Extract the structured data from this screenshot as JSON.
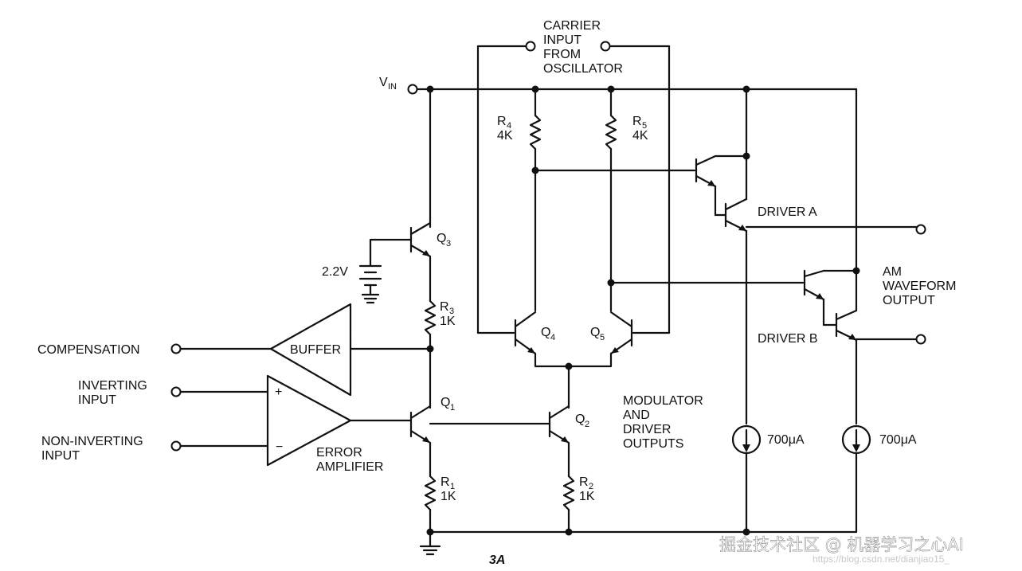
{
  "labels": {
    "carrier": [
      "CARRIER",
      "INPUT",
      "FROM",
      "OSCILLATOR"
    ],
    "vin_main": "V",
    "vin_sub": "IN",
    "r4_name": "R",
    "r4_sub": "4",
    "r4_value": "4K",
    "r5_name": "R",
    "r5_sub": "5",
    "r5_value": "4K",
    "q3_name": "Q",
    "q3_sub": "3",
    "battery": "2.2V",
    "r3_name": "R",
    "r3_sub": "3",
    "r3_value": "1K",
    "buffer": "BUFFER",
    "compensation": "COMPENSATION",
    "inverting": [
      "INVERTING",
      "INPUT"
    ],
    "noninverting": [
      "NON-INVERTING",
      "INPUT"
    ],
    "plus": "+",
    "minus": "−",
    "error_amp": [
      "ERROR",
      "AMPLIFIER"
    ],
    "q1_name": "Q",
    "q1_sub": "1",
    "q2_name": "Q",
    "q2_sub": "2",
    "q4_name": "Q",
    "q4_sub": "4",
    "q5_name": "Q",
    "q5_sub": "5",
    "r1_name": "R",
    "r1_sub": "1",
    "r1_value": "1K",
    "r2_name": "R",
    "r2_sub": "2",
    "r2_value": "1K",
    "modulator": [
      "MODULATOR",
      "AND",
      "DRIVER",
      "OUTPUTS"
    ],
    "driver_a": "DRIVER A",
    "driver_b": "DRIVER B",
    "am_output": [
      "AM",
      "WAVEFORM",
      "OUTPUT"
    ],
    "current_a": "700μA",
    "current_b": "700μA",
    "figure": "3A"
  },
  "watermark": {
    "text": "掘金技术社区 @ 机器学习之心AI",
    "url": "https://blog.csdn.net/dianjiao15_"
  }
}
